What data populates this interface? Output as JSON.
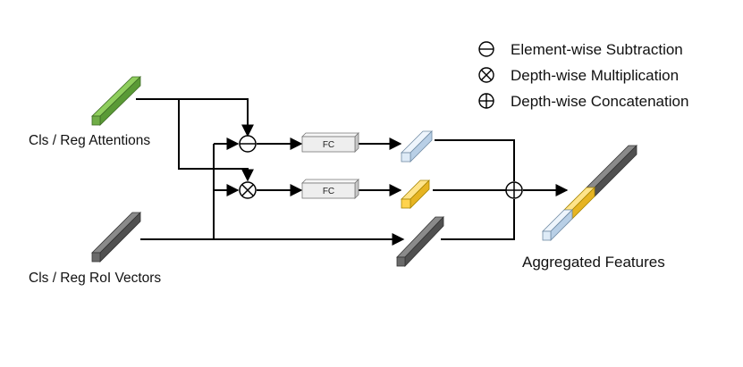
{
  "legend": {
    "subtraction": "Element-wise Subtraction",
    "multiplication": "Depth-wise Multiplication",
    "concatenation": "Depth-wise Concatenation"
  },
  "inputs": {
    "attentions_label": "Cls / Reg Attentions",
    "vectors_label": "Cls / Reg RoI Vectors"
  },
  "fc_label": "FC",
  "output_label": "Aggregated Features",
  "colors": {
    "attention_green": "#70ad47",
    "vector_gray": "#595959",
    "subtraction_feature_blue": "#deebf7",
    "multiplication_feature_yellow": "#ffd34d",
    "fc_box": "#eeeeee"
  }
}
